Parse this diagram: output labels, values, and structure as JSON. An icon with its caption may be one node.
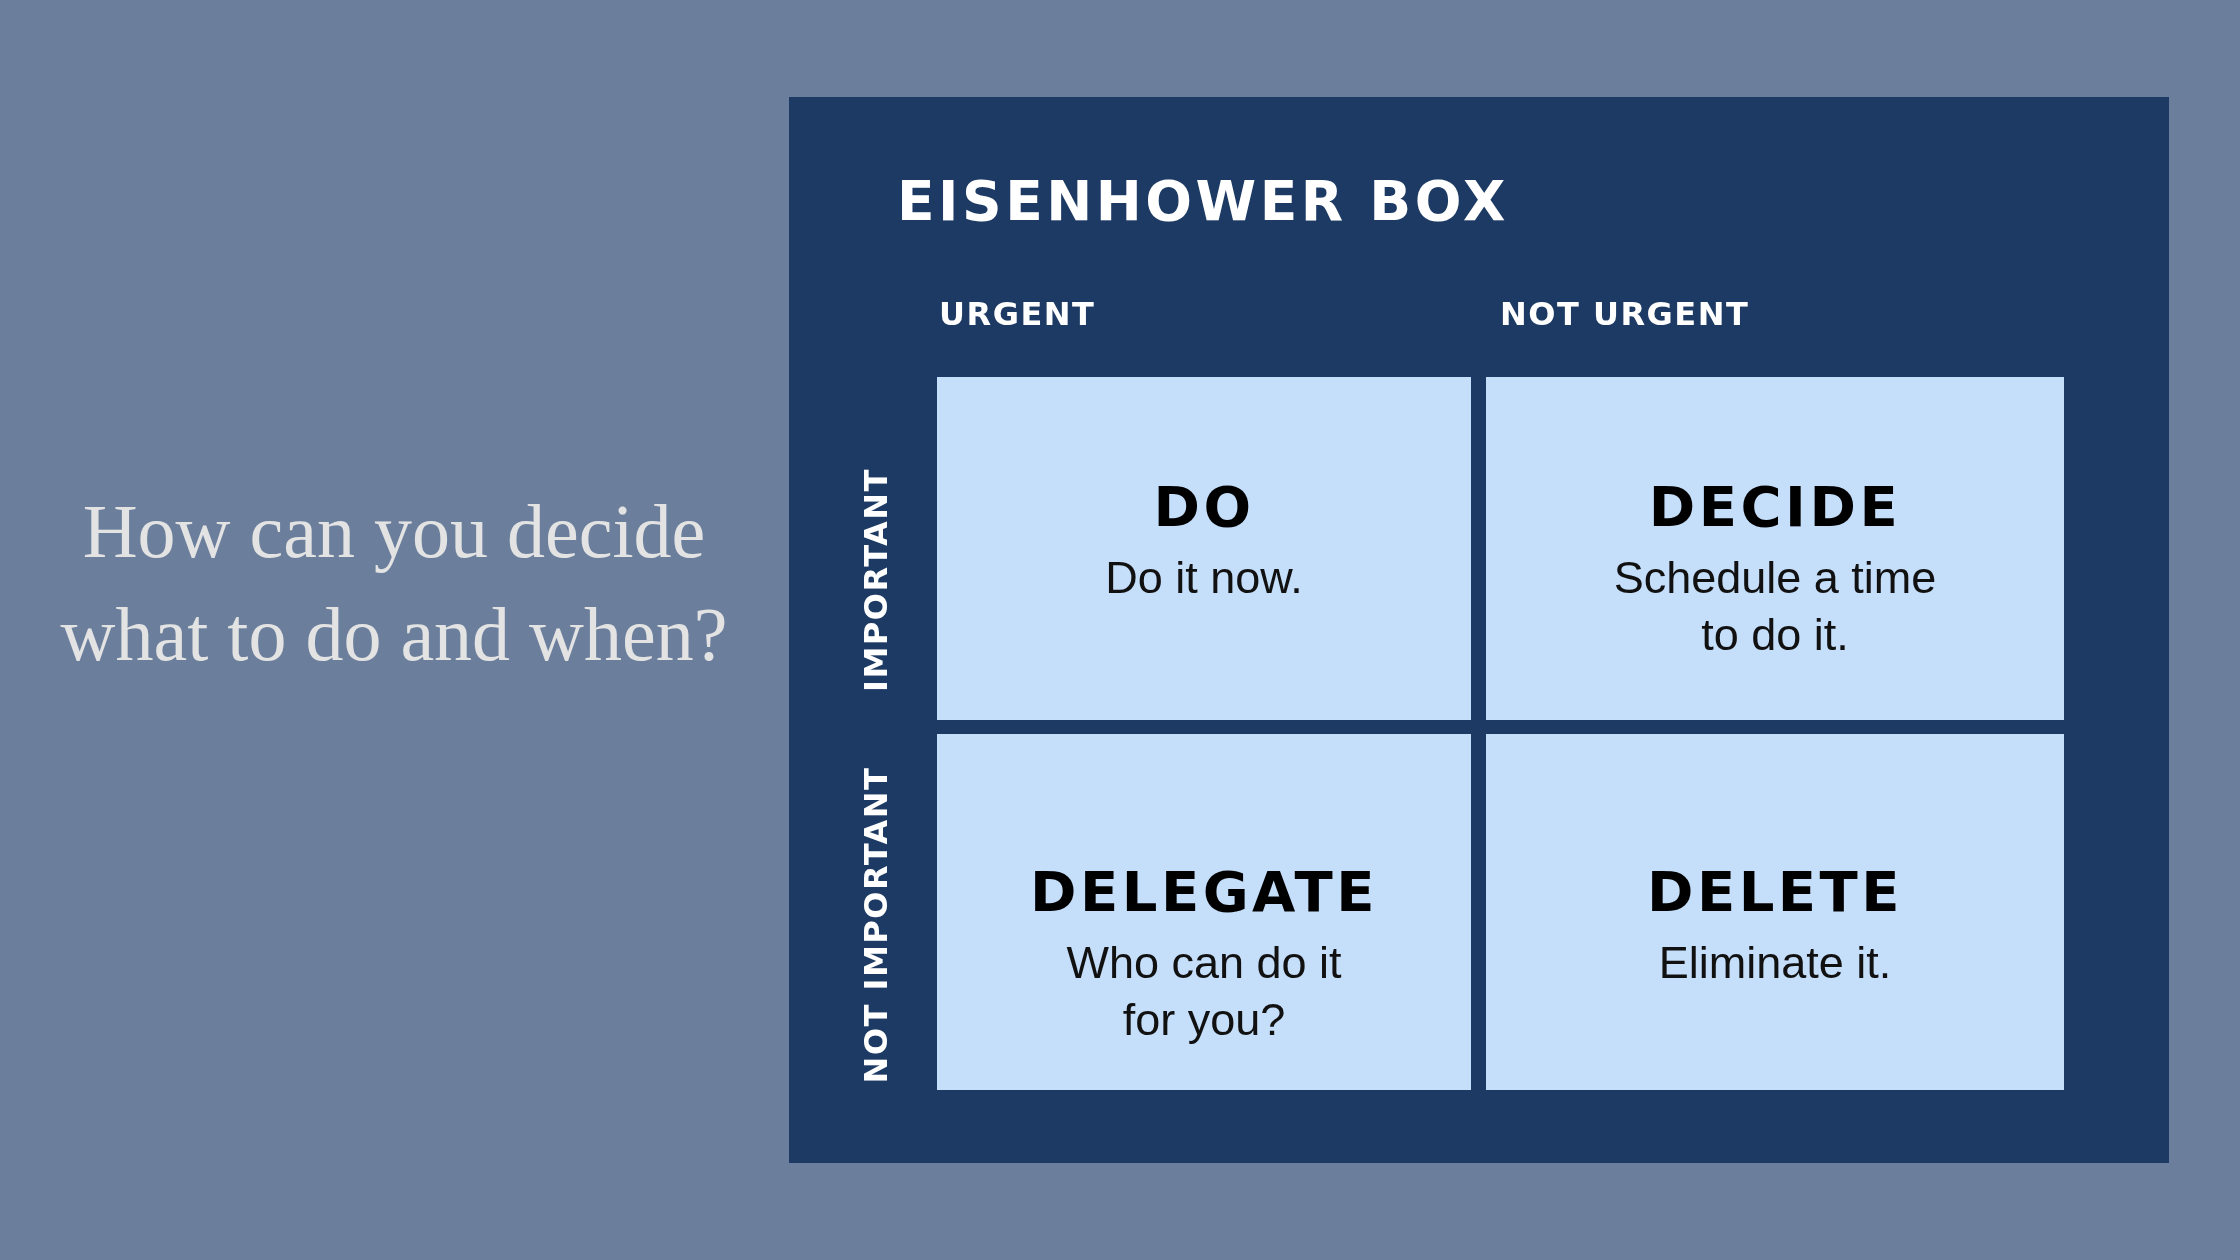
{
  "diagram": {
    "nodes": [
      {
        "text": [
          "EISENHOWER BOX"
        ]
      },
      {
        "text": [
          "DO",
          "Do it now."
        ],
        "in": 0
      },
      {
        "text": [
          "DECIDE",
          "Schedule a time to do it."
        ],
        "in": 0
      },
      {
        "text": [
          "DELEGATE",
          "Who can do it for you?"
        ],
        "in": 0
      },
      {
        "text": [
          "DELETE",
          "Eliminate it."
        ],
        "in": 0
      }
    ],
    "labels": [
      "How can you decide what to do and when?",
      "URGENT",
      "NOT URGENT",
      "IMPORTANT",
      "NOT IMPORTANT"
    ]
  }
}
